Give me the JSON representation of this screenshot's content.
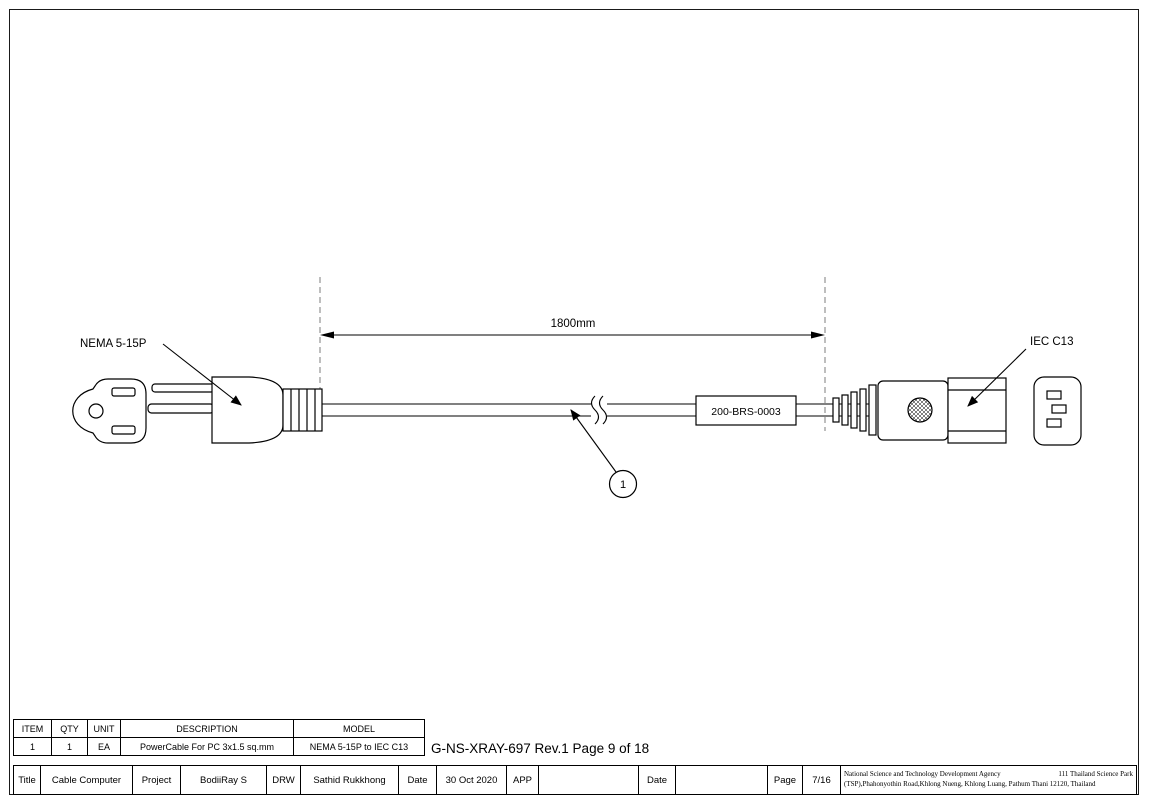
{
  "drawing": {
    "dimension_label": "1800mm",
    "left_connector_label": "NEMA 5-15P",
    "right_connector_label": "IEC C13",
    "cable_tag": "200-BRS-0003",
    "balloon_number": "1"
  },
  "note": {
    "text": "G-NS-XRAY-697 Rev.1 Page 9 of 18"
  },
  "parts_table": {
    "headers": [
      "ITEM",
      "QTY",
      "UNIT",
      "DESCRIPTION",
      "MODEL"
    ],
    "rows": [
      [
        "1",
        "1",
        "EA",
        "PowerCable For PC 3x1.5 sq.mm",
        "NEMA 5-15P to IEC C13"
      ]
    ]
  },
  "title_block": {
    "title_label": "Title",
    "title_value": "Cable Computer",
    "project_label": "Project",
    "project_value": "BodiiRay S",
    "drw_label": "DRW",
    "drw_value": "Sathid Rukkhong",
    "date_drw_label": "Date",
    "date_drw_value": "30 Oct 2020",
    "app_label": "APP",
    "app_value": "",
    "date_app_label": "Date",
    "date_app_value": "",
    "page_label": "Page",
    "page_value": "7/16",
    "agency_name": "National Science and Technology Development Agency",
    "agency_park": "111 Thailand Science Park",
    "agency_address": "(TSP),Phahonyothin Road,Khlong Nueng, Khlong Luang, Pathum Thani 12120, Thailand"
  }
}
